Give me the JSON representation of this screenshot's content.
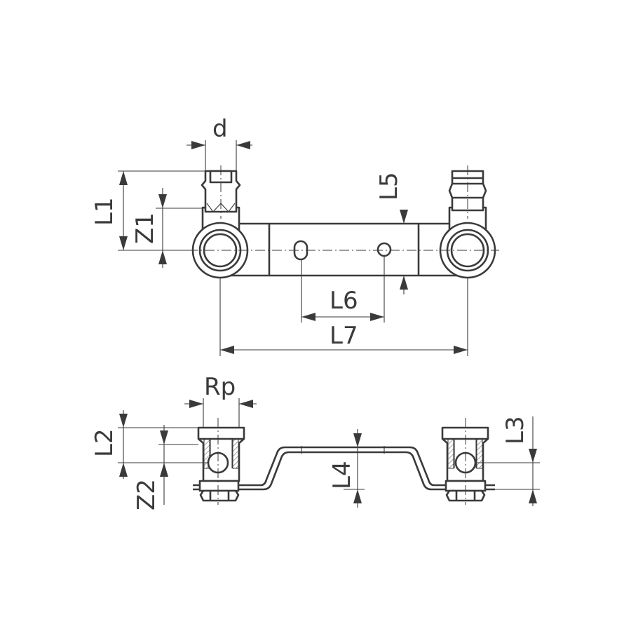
{
  "drawing": {
    "top_view": {
      "labels": {
        "d": "d",
        "L1": "L1",
        "Z1": "Z1",
        "L5": "L5",
        "L6": "L6",
        "L7": "L7"
      }
    },
    "side_view": {
      "labels": {
        "Rp": "Rp",
        "L2": "L2",
        "Z2": "Z2",
        "L3": "L3",
        "L4": "L4"
      }
    },
    "colors": {
      "line": "#3a3a3a",
      "background": "#ffffff"
    }
  }
}
